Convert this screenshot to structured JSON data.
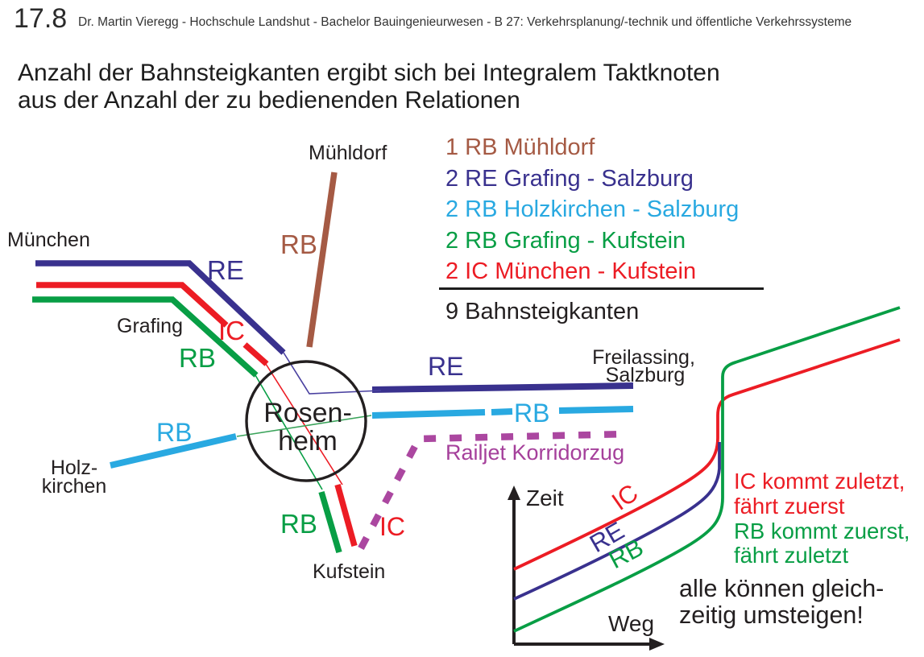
{
  "header": {
    "slide_number": "17.8",
    "course_line": "Dr. Martin Vieregg - Hochschule Landshut - Bachelor Bauingenieurwesen - B 27: Verkehrsplanung/-technik und öffentliche Verkehrssysteme"
  },
  "title": {
    "line1": "Anzahl der Bahnsteigkanten ergibt sich bei Integralem Taktknoten",
    "line2": "aus der Anzahl der zu bedienenden Relationen"
  },
  "legend": {
    "items": [
      {
        "text": "1 RB Mühldorf",
        "color": "#A55A44"
      },
      {
        "text": "2 RE Grafing - Salzburg",
        "color": "#39318E"
      },
      {
        "text": "2 RB Holzkirchen - Salzburg",
        "color": "#29A9E1"
      },
      {
        "text": "2 RB Grafing - Kufstein",
        "color": "#089E45"
      },
      {
        "text": "2 IC München - Kufstein",
        "color": "#EC1C24"
      }
    ],
    "total": "9 Bahnsteigkanten"
  },
  "diagram": {
    "hub": {
      "line1": "Rosen-",
      "line2": "heim"
    },
    "stations": {
      "muenchen": "München",
      "grafing": "Grafing",
      "muehldorf": "Mühldorf",
      "holzkirchen1": "Holz-",
      "holzkirchen2": "kirchen",
      "kufstein": "Kufstein",
      "freilassing1": "Freilassing,",
      "freilassing2": "Salzburg"
    },
    "line_labels": {
      "re_left": "RE",
      "ic_left": "IC",
      "rb_left_green": "RB",
      "rb_muehldorf": "RB",
      "rb_holzkirchen": "RB",
      "re_right": "RE",
      "rb_right": "RB",
      "rb_kufstein": "RB",
      "ic_kufstein": "IC"
    },
    "railjet_label": "Railjet Korridorzug"
  },
  "graph": {
    "axis_y": "Zeit",
    "axis_x": "Weg",
    "labels": {
      "ic": "IC",
      "re": "RE",
      "rb": "RB"
    }
  },
  "notes": {
    "ic1": "IC kommt zuletzt,",
    "ic2": "fährt zuerst",
    "rb1": "RB kommt zuerst,",
    "rb2": "fährt zuletzt",
    "concl1": "alle können gleich-",
    "concl2": "zeitig umsteigen!"
  },
  "colors": {
    "indigo": "#39318E",
    "red": "#EC1C24",
    "green": "#089E45",
    "cyan": "#29A9E1",
    "brown": "#A55A44",
    "purple": "#A5409B",
    "text": "#231F20"
  }
}
